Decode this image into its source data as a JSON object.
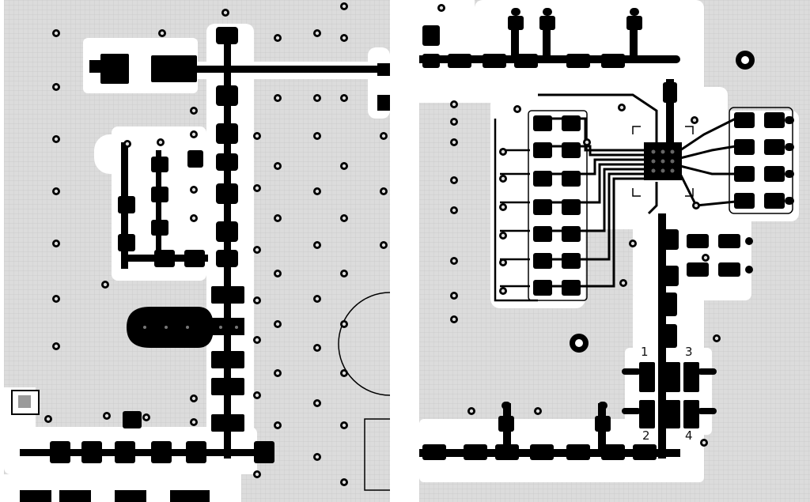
{
  "figure": {
    "panels": [
      "left",
      "right"
    ],
    "colors": {
      "background": "#ffffff",
      "ground_plane": "#dcdcdc",
      "ground_grid": "#c6c6c6",
      "copper": "#000000",
      "clearance": "#ffffff",
      "via": "#000000"
    }
  },
  "right_panel": {
    "labels": {
      "pin1": "1",
      "pin2": "2",
      "pin3": "3",
      "pin4": "4"
    }
  }
}
